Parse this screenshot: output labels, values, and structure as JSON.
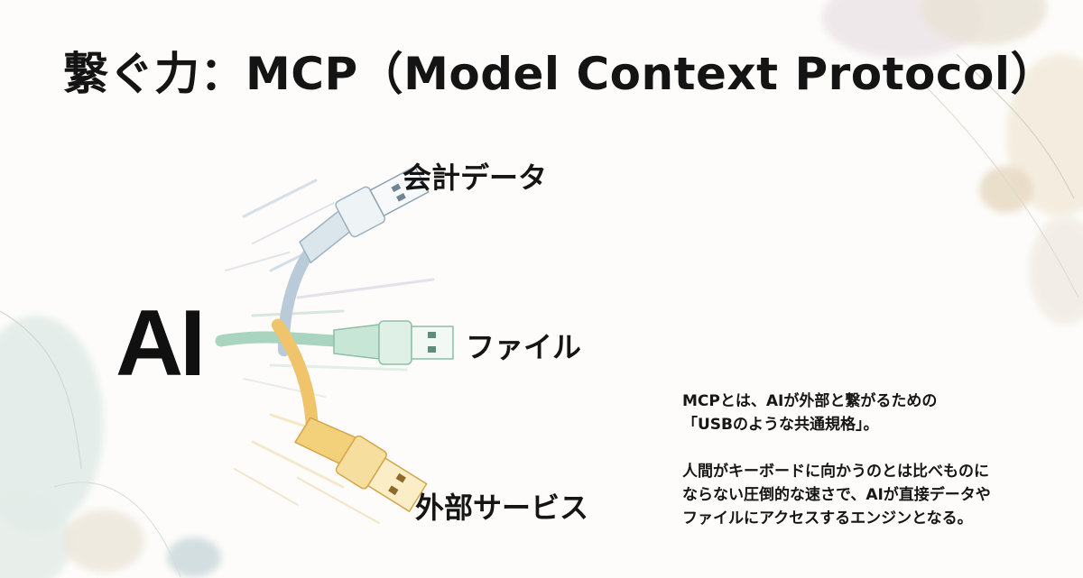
{
  "slide": {
    "title": "繋ぐ力：MCP（Model Context Protocol）",
    "hub_label": "AI",
    "targets": [
      {
        "label": "会計データ",
        "cable_color": "#b9cbd9",
        "plug_color": "#eef3f5"
      },
      {
        "label": "ファイル",
        "cable_color": "#a9d4c0",
        "plug_color": "#dff0e6"
      },
      {
        "label": "外部サービス",
        "cable_color": "#f0c46a",
        "plug_color": "#f6de9e"
      }
    ],
    "description": {
      "line1": "MCPとは、AIが外部と繋がるための",
      "line2": "「USBのような共通規格」。",
      "line3": "人間がキーボードに向かうのとは比べものに",
      "line4": "ならない圧倒的な速さで、AIが直接データや",
      "line5": "ファイルにアクセスするエンジンとなる。"
    }
  }
}
